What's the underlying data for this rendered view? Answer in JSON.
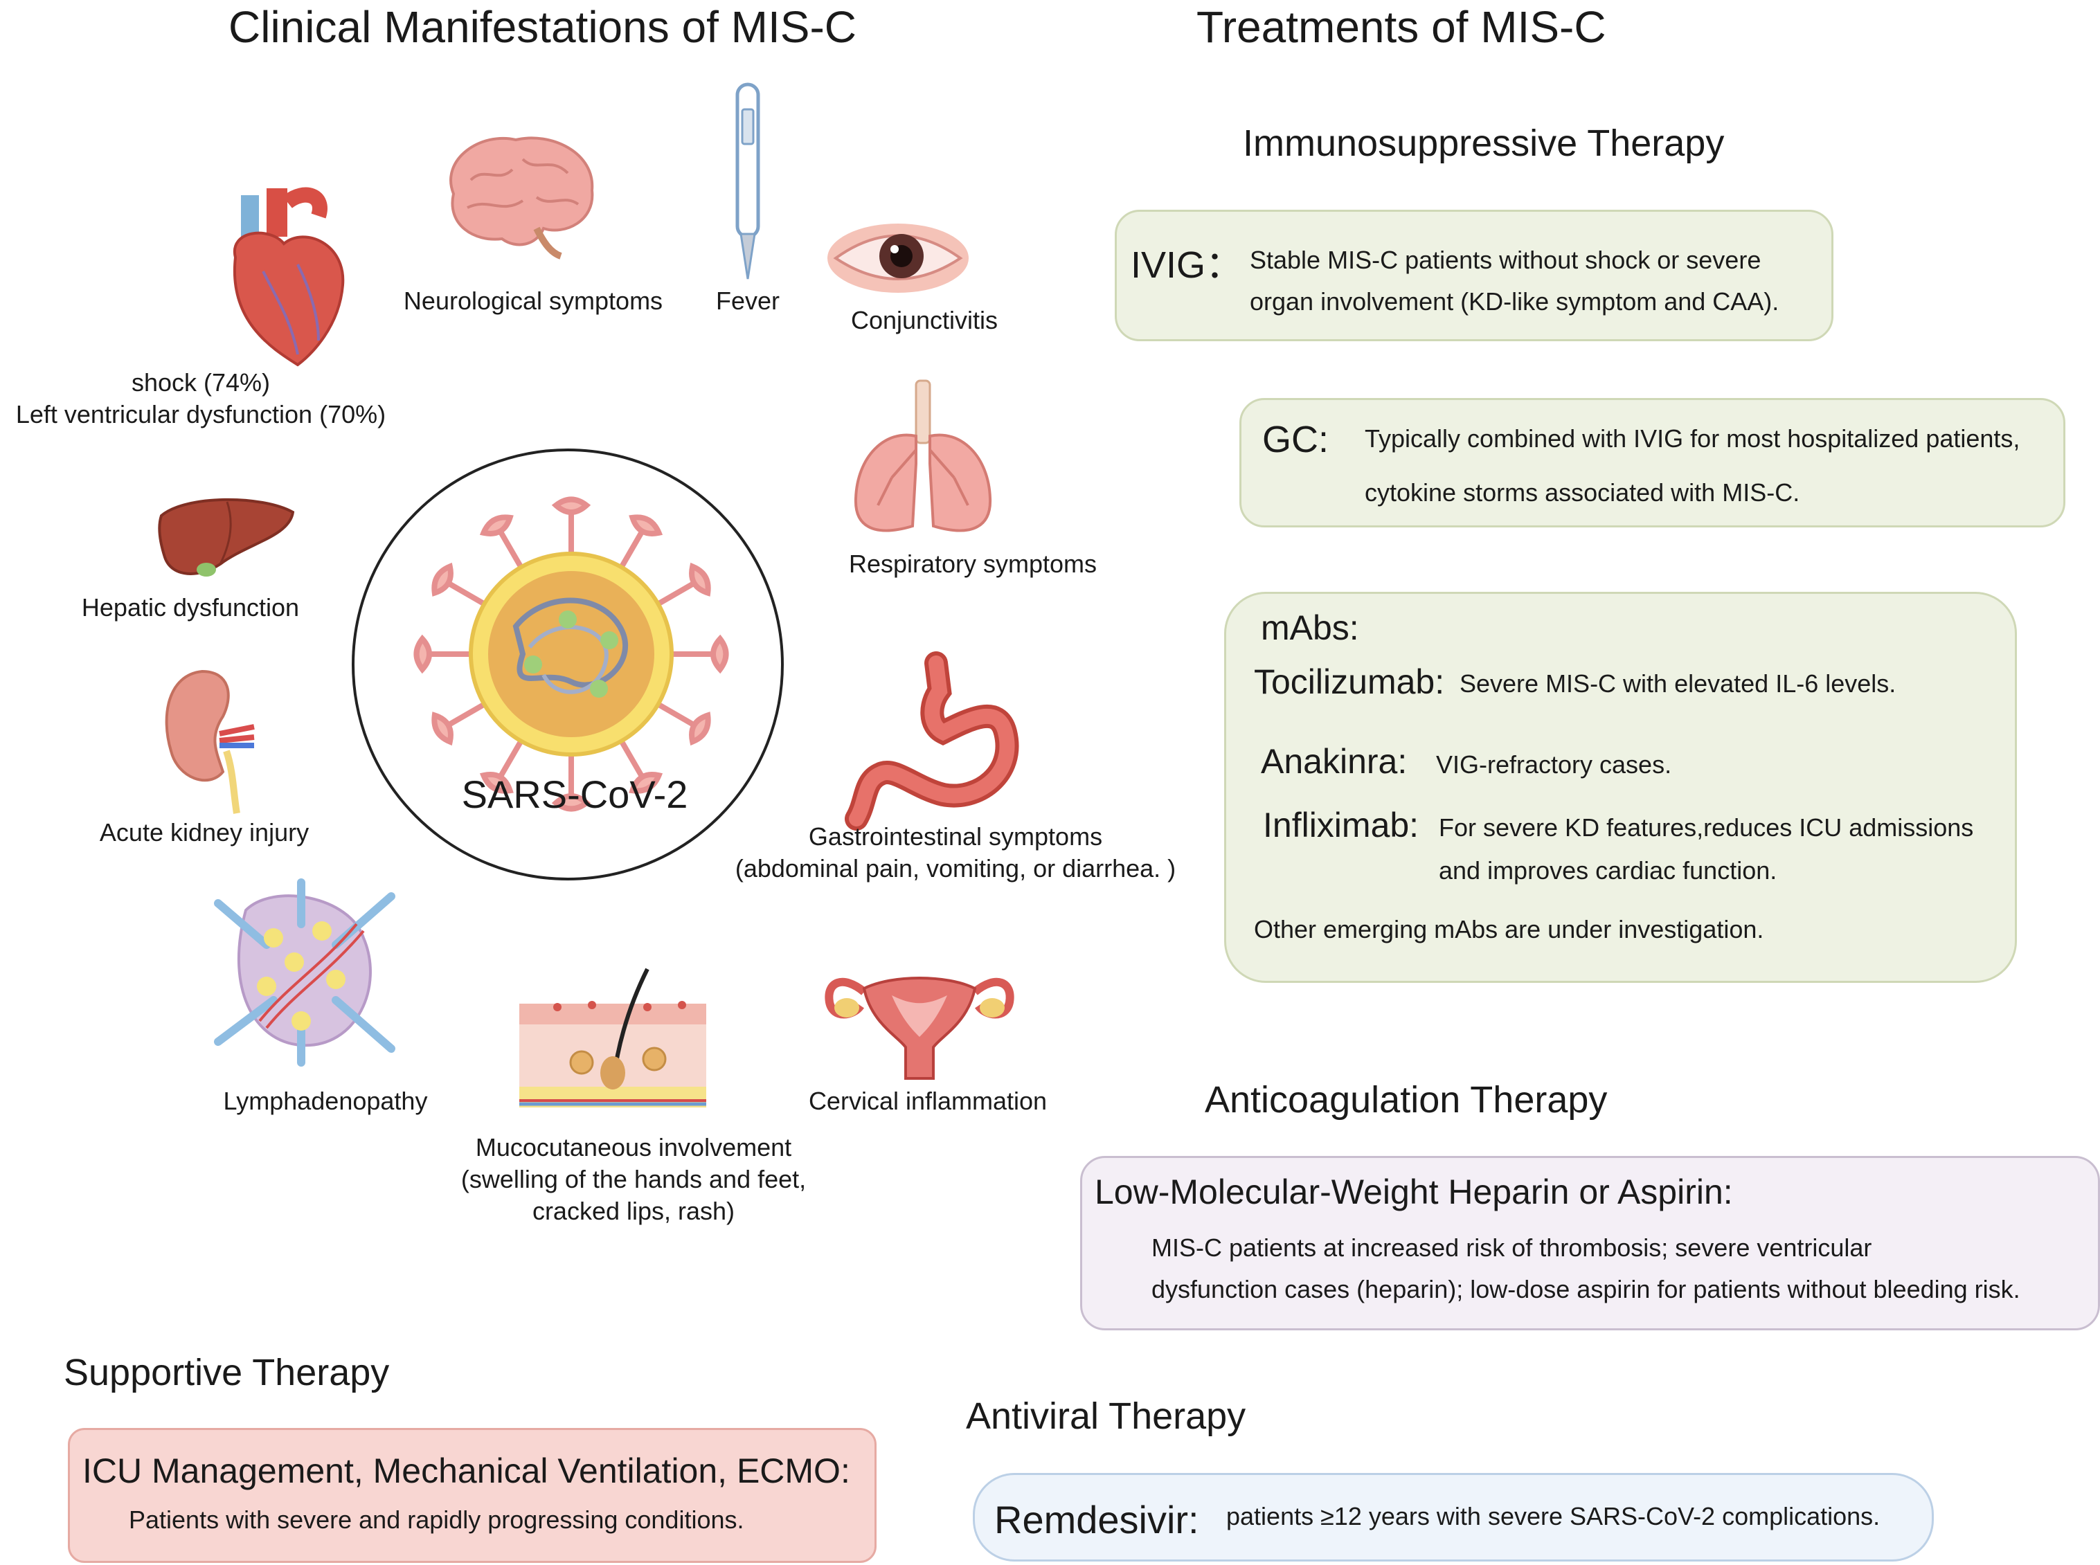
{
  "headings": {
    "clinical": "Clinical Manifestations of MIS-C",
    "treatments": "Treatments of MIS-C"
  },
  "center": {
    "label": "SARS-CoV-2"
  },
  "manifestations": {
    "neuro": "Neurological symptoms",
    "fever": "Fever",
    "conjunctivitis": "Conjunctivitis",
    "shock": "shock (74%)",
    "lv_dysfunction": "Left ventricular dysfunction (70%)",
    "respiratory": "Respiratory symptoms",
    "hepatic": "Hepatic dysfunction",
    "kidney": "Acute kidney injury",
    "gi": "Gastrointestinal symptoms",
    "gi_detail": "(abdominal pain, vomiting, or diarrhea. )",
    "lymph": "Lymphadenopathy",
    "cervical": "Cervical inflammation",
    "muco": "Mucocutaneous involvement",
    "muco_detail1": "(swelling of the hands and feet,",
    "muco_detail2": "cracked lips, rash)"
  },
  "immuno": {
    "heading": "Immunosuppressive Therapy",
    "ivig": {
      "name": "IVIG：",
      "line1": "Stable MIS-C patients without shock or severe",
      "line2": "organ involvement (KD-like symptom and CAA)."
    },
    "gc": {
      "name": "GC:",
      "line1": "Typically combined with IVIG for most hospitalized patients,",
      "line2": "cytokine storms associated with MIS-C."
    },
    "mabs": {
      "title": "mAbs:",
      "toci_name": "Tocilizumab:",
      "toci_text": "Severe MIS-C with elevated IL-6 levels.",
      "anak_name": "Anakinra:",
      "anak_text": "VIG-refractory cases.",
      "infl_name": "Infliximab:",
      "infl_line1": "For severe KD features,reduces ICU admissions",
      "infl_line2": "and improves cardiac function.",
      "other": "Other emerging mAbs are under investigation."
    }
  },
  "anticoag": {
    "heading": "Anticoagulation Therapy",
    "title": "Low-Molecular-Weight Heparin or Aspirin:",
    "line1": "MIS-C patients at increased risk of thrombosis; severe ventricular",
    "line2": "dysfunction cases (heparin);  low-dose aspirin for patients without bleeding risk."
  },
  "supportive": {
    "heading": "Supportive Therapy",
    "title": "ICU Management, Mechanical Ventilation, ECMO:",
    "line1": "Patients with severe and rapidly progressing conditions."
  },
  "antiviral": {
    "heading": "Antiviral Therapy",
    "name": "Remdesivir:",
    "text": "patients ≥12 years with severe SARS-CoV-2 complications."
  },
  "colors": {
    "green_box": "#eef2e3",
    "lilac_box": "#f4eff6",
    "pink_box": "#f8d6d2",
    "blue_box": "#eef4fb"
  }
}
